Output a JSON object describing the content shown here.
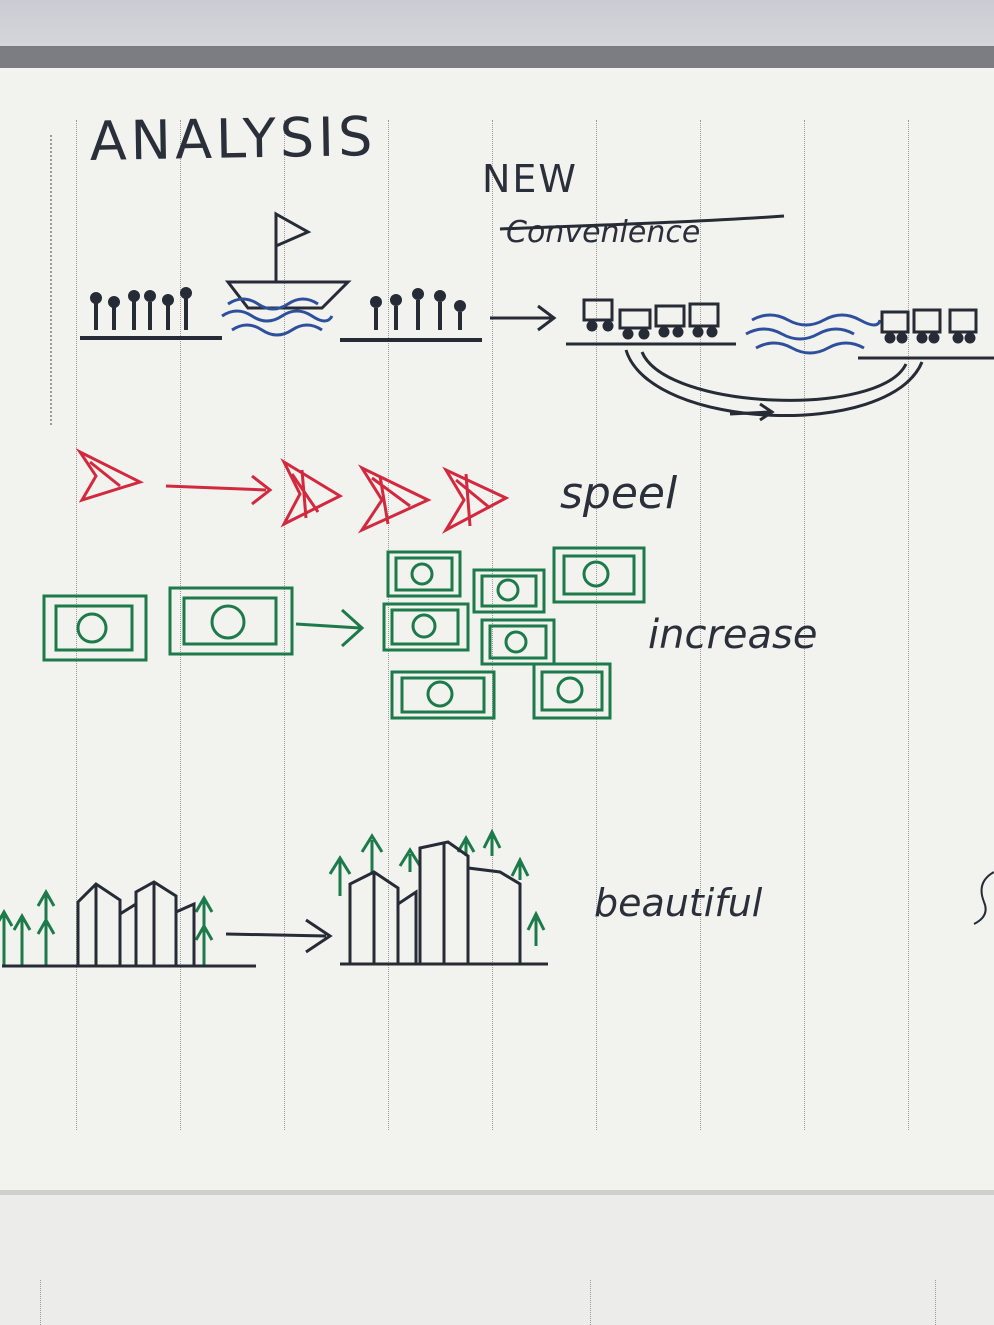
{
  "sheet": {
    "title": "ANALYSIS",
    "headline": "NEW",
    "struck_word": "Convenience",
    "labels": {
      "speed": "speel",
      "increase": "increase",
      "beautiful": "beautiful"
    }
  },
  "ink_colors": {
    "black": "#262b36",
    "blue": "#2d4f9c",
    "red": "#d2293f",
    "green": "#1d7a4a"
  },
  "icons": [
    "people-icon",
    "boat-icon",
    "water-waves-icon",
    "cars-icon",
    "arrow-icon",
    "airplane-icon",
    "money-bill-icon",
    "building-icon",
    "tree-icon"
  ]
}
